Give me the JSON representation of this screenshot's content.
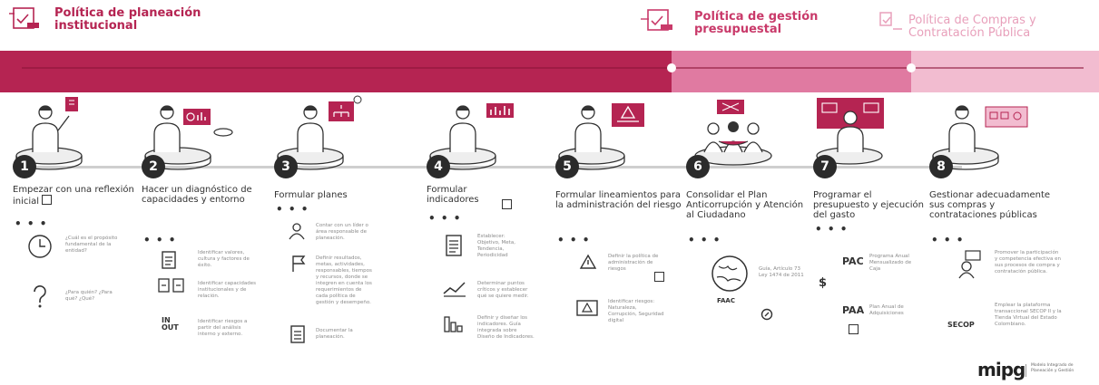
{
  "policies": [
    {
      "title": "Política de planeación institucional",
      "color": "#b52452"
    },
    {
      "title": "Política de gestión presupuestal",
      "color": "#c93a6a"
    },
    {
      "title": "Política de Compras y Contratación Pública",
      "color": "#e8a0bb"
    }
  ],
  "steps": [
    {
      "number": "1",
      "title": "Empezar con una reflexión inicial",
      "items": [
        {
          "text": "¿Cuál es el propósito fundamental de la entidad?"
        },
        {
          "text": "¿Para quién? ¿Para qué? ¿Qué?"
        }
      ]
    },
    {
      "number": "2",
      "title": "Hacer un diagnóstico de capacidades y entorno",
      "items": [
        {
          "text": "Identificar valores, cultura y factores de éxito."
        },
        {
          "text": "Identificar capacidades institucionales y de relación."
        },
        {
          "text": "Identificar riesgos a partir del análisis interno y externo."
        }
      ]
    },
    {
      "number": "3",
      "title": "Formular planes",
      "items": [
        {
          "text": "Contar con un líder o área responsable de planeación."
        },
        {
          "text": "Definir resultados, metas, actividades, responsables, tiempos y recursos, donde se integren en cuenta los requerimientos de cada política de gestión y desempeño."
        },
        {
          "text": "Documentar la planeación."
        }
      ]
    },
    {
      "number": "4",
      "title": "Formular indicadores",
      "items": [
        {
          "text": "Establecer: Objetivo, Meta, Tendencia, Periodicidad"
        },
        {
          "text": "Determinar puntos críticos y establecer qué se quiere medir."
        },
        {
          "text": "Definir y diseñar los indicadores. Guía integrada sobre Diseño de Indicadores."
        }
      ]
    },
    {
      "number": "5",
      "title": "Formular lineamientos para la administración del riesgo",
      "items": [
        {
          "text": "Definir la política de administración de riesgos"
        },
        {
          "text": "Identificar riesgos: Naturaleza, Corrupción, Seguridad digital"
        }
      ]
    },
    {
      "number": "6",
      "title": "Consolidar el Plan Anticorrupción y Atención al Ciudadano",
      "items": [
        {
          "text": "Guía, Artículo 73 Ley 1474 de 2011"
        }
      ]
    },
    {
      "number": "7",
      "title": "Programar el presupuesto y ejecución del gasto",
      "items": [
        {
          "text": "Programa Anual Mensualizado de Caja"
        },
        {
          "text": "Plan Anual de Adquisiciones"
        }
      ]
    },
    {
      "number": "8",
      "title": "Gestionar adecuadamente sus compras y contrataciones públicas",
      "items": [
        {
          "text": "Promover la participación y competencia efectiva en sus procesos de compra y contratación pública."
        },
        {
          "text": "Emplear la plataforma transaccional SECOP II y la Tienda Virtual del Estado Colombiano."
        }
      ]
    }
  ],
  "labels": {
    "faac": "FAAC",
    "pac": "PAC",
    "paa": "PAA",
    "dollar": "$",
    "secop": "SECOP",
    "in": "IN",
    "out": "OUT",
    "dots": "• • •"
  },
  "logo": {
    "name": "mipg",
    "tagline": "Modelo Integrado de Planeación y Gestión"
  },
  "colors": {
    "band1": "#b52452",
    "band2": "#e07aa1",
    "band3": "#f2bcd0",
    "badge": "#2b2b2b"
  }
}
